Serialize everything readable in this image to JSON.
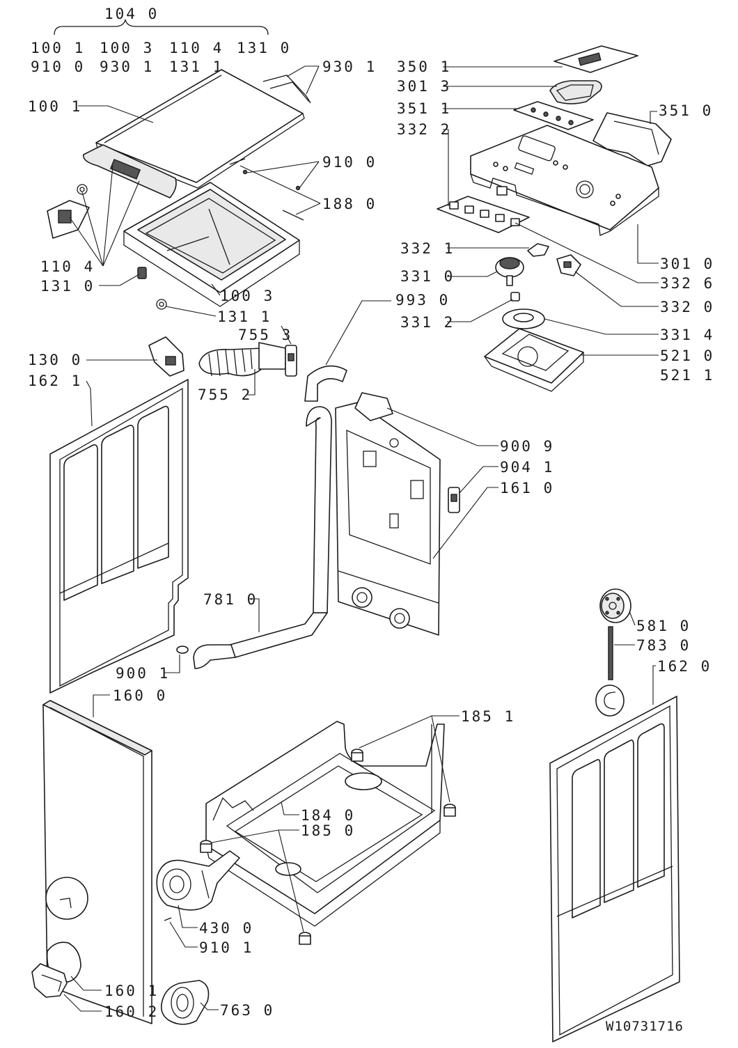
{
  "header_group": {
    "title": "104 0",
    "row1": [
      "100 1",
      "100 3",
      "110 4",
      "131 0"
    ],
    "row2": [
      "910 0",
      "930 1",
      "131 1"
    ]
  },
  "labels": {
    "l_930_1": "930 1",
    "l_100_1": "100 1",
    "l_910_0": "910 0",
    "l_188_0": "188 0",
    "l_110_4": "110 4",
    "l_131_0": "131 0",
    "l_100_3": "100 3",
    "l_131_1": "131 1",
    "l_755_3": "755 3",
    "l_130_0": "130 0",
    "l_162_1": "162 1",
    "l_755_2": "755 2",
    "l_350_1": "350 1",
    "l_301_3": "301 3",
    "l_351_1": "351 1",
    "l_351_0": "351 0",
    "l_332_2": "332 2",
    "l_332_1": "332 1",
    "l_301_0": "301 0",
    "l_331_0": "331 0",
    "l_332_6": "332 6",
    "l_993_0": "993 0",
    "l_331_2": "331 2",
    "l_332_0": "332 0",
    "l_331_4": "331 4",
    "l_521_0": "521 0",
    "l_521_1": "521 1",
    "l_900_9": "900 9",
    "l_904_1": "904 1",
    "l_161_0": "161 0",
    "l_781_0": "781 0",
    "l_900_1": "900 1",
    "l_160_0": "160 0",
    "l_581_0": "581 0",
    "l_783_0": "783 0",
    "l_162_0": "162 0",
    "l_185_1": "185 1",
    "l_184_0": "184 0",
    "l_185_0": "185 0",
    "l_430_0": "430 0",
    "l_910_1": "910 1",
    "l_160_1": "160 1",
    "l_160_2": "160 2",
    "l_763_0": "763 0"
  },
  "drawing_number": "W10731716"
}
